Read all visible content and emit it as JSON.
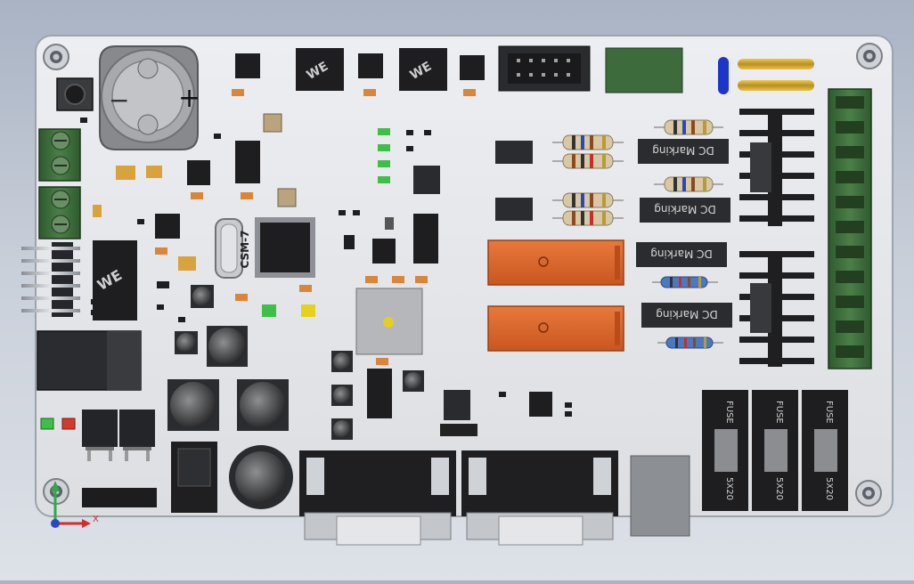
{
  "colors": {
    "background_top": "#a9b3c4",
    "background_bottom": "#dde1e8",
    "board": "#e6e7ea",
    "board_edge": "#9ea3ab",
    "chip": "#1e1e20",
    "terminal_green": "#3e6b3c",
    "relay_orange": "#d9652a",
    "header_pin": "#b9bcc2",
    "led_green": "#3fbe49",
    "led_red": "#d33a2f",
    "axis_x": "#d12b2b",
    "axis_y": "#2fa84a",
    "axis_z": "#2c46c9"
  },
  "labels": {
    "battery_plus": "+",
    "battery_minus": "−",
    "crystal": "CSM-7",
    "opto_marking": "DC Marking",
    "fuse_text": "FUSE",
    "fuse_rating": "5X20",
    "chip_logo": "WE",
    "axis_x": "X"
  },
  "icons": {
    "mounting_hole": "mounting-hole-icon",
    "coordinate_triad": "axis-triad-icon"
  }
}
